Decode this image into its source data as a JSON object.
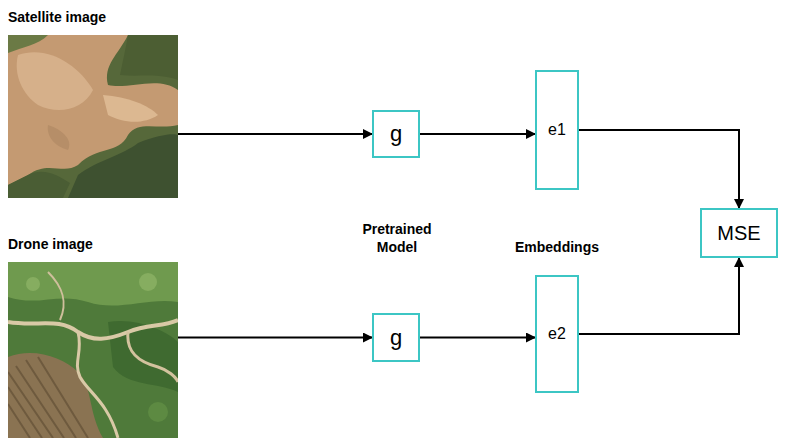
{
  "diagram": {
    "nodes": [
      {
        "text": [
          "Satellite image"
        ]
      },
      {
        "text": [
          "g"
        ]
      },
      {
        "text": [
          "e1"
        ]
      },
      {
        "text": [
          "MSE"
        ]
      },
      {
        "text": [
          "Drone image"
        ]
      },
      {
        "text": [
          "g"
        ]
      },
      {
        "text": [
          "e2"
        ]
      }
    ],
    "edges": [
      {
        "from": 0,
        "to": 1,
        "arrow": "to"
      },
      {
        "from": 1,
        "to": 2,
        "arrow": "to"
      },
      {
        "from": 2,
        "to": 3,
        "arrow": "to"
      },
      {
        "from": 4,
        "to": 5,
        "arrow": "to"
      },
      {
        "from": 5,
        "to": 6,
        "arrow": "to"
      },
      {
        "from": 6,
        "to": 3,
        "arrow": "to"
      }
    ],
    "labels": [
      "Pretrained Model",
      "Embeddings"
    ]
  }
}
